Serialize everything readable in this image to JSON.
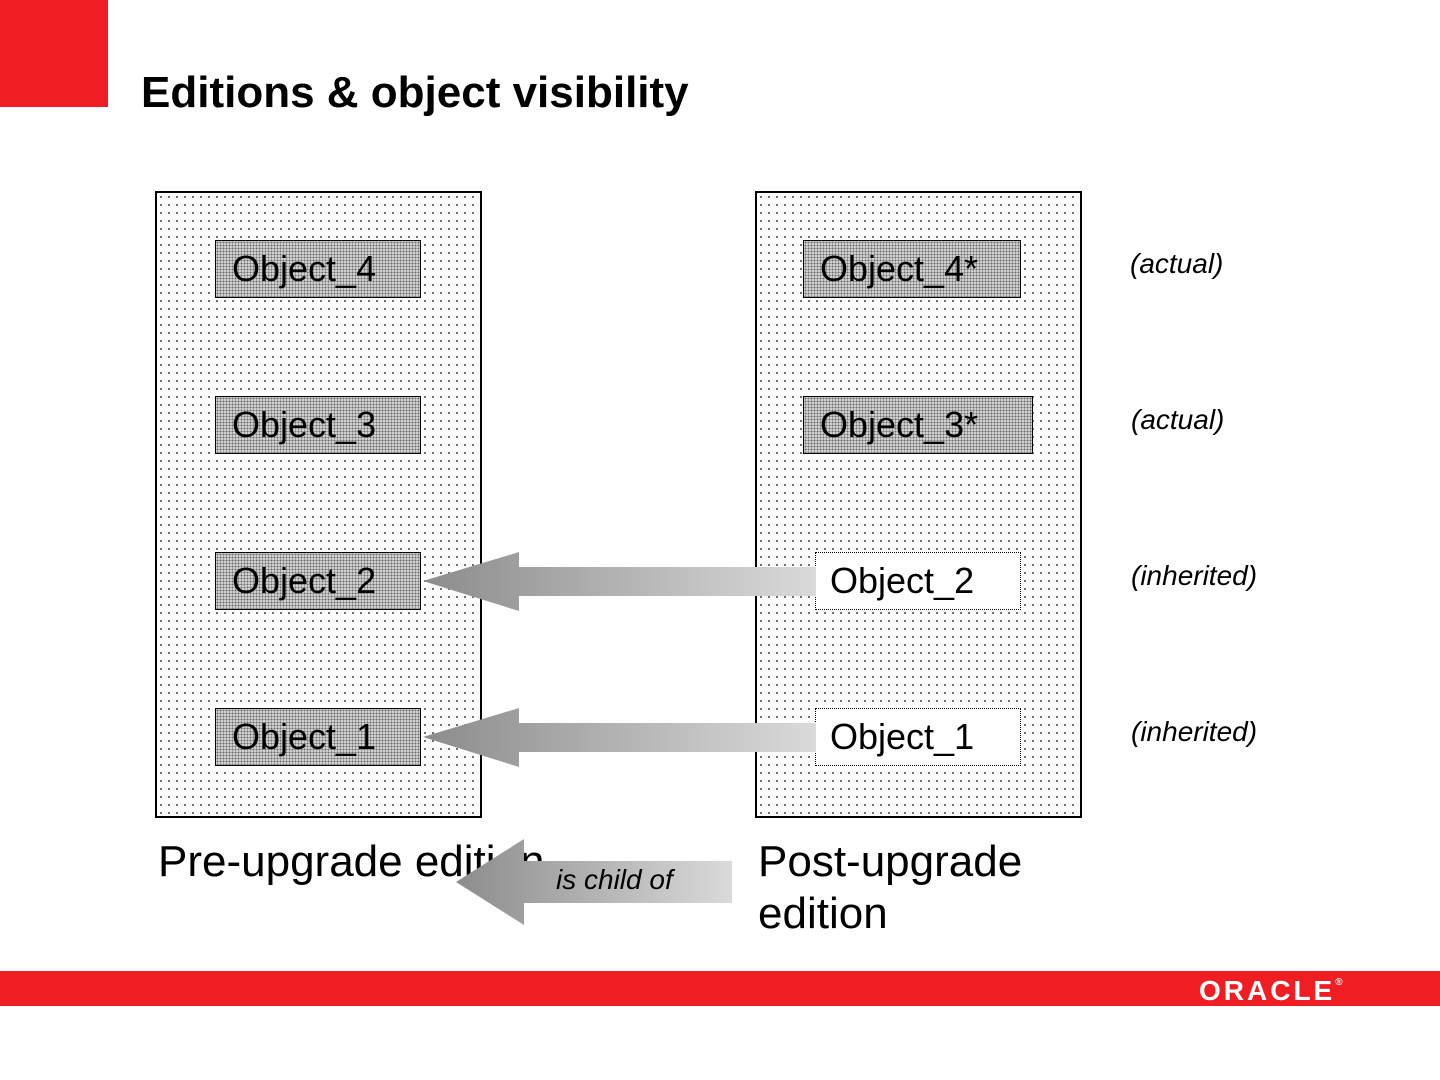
{
  "slide": {
    "title": "Editions & object visibility"
  },
  "pre_upgrade": {
    "label": "Pre-upgrade edition",
    "objects": [
      "Object_4",
      "Object_3",
      "Object_2",
      "Object_1"
    ]
  },
  "post_upgrade": {
    "label_line1": "Post-upgrade",
    "label_line2": "edition",
    "objects": [
      "Object_4*",
      "Object_3*",
      "Object_2",
      "Object_1"
    ]
  },
  "annotations": [
    "(actual)",
    "(actual)",
    "(inherited)",
    "(inherited)"
  ],
  "relation": {
    "label": "is child of"
  },
  "footer": {
    "logo_text": "ORACLE",
    "logo_mark": "®"
  },
  "colors": {
    "brand_red": "#f01e23",
    "arrow_dark": "#8c8c8c",
    "arrow_light": "#d8d8d8"
  }
}
